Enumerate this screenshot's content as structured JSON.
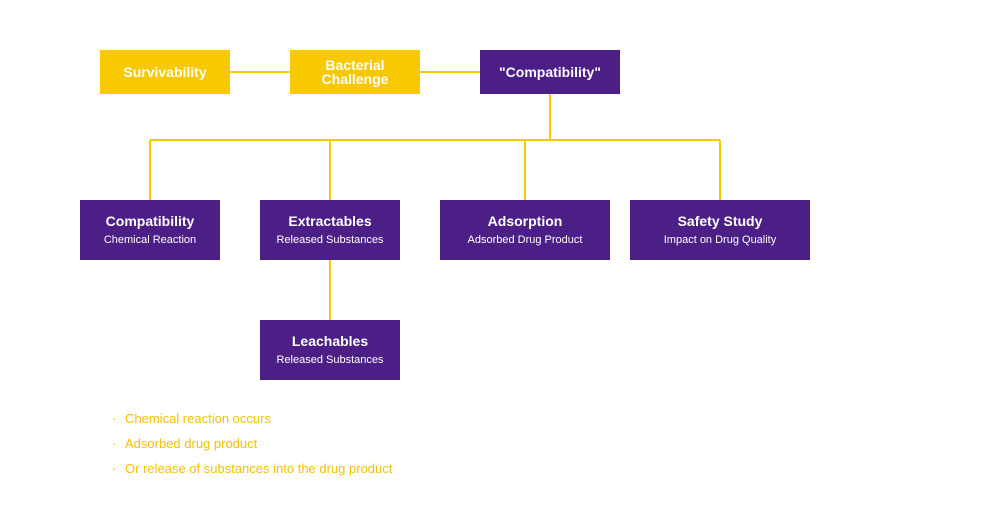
{
  "colors": {
    "accent_yellow": "#f8c800",
    "primary_purple": "#4b1f86",
    "bullet_text": "#f3c300"
  },
  "top_row": [
    {
      "title": "Survivability"
    },
    {
      "title": "Bacterial Challenge"
    },
    {
      "title": "\"Compatibility\""
    }
  ],
  "children": [
    {
      "title": "Compatibility",
      "subtitle": "Chemical Reaction"
    },
    {
      "title": "Extractables",
      "subtitle": "Released Substances"
    },
    {
      "title": "Adsorption",
      "subtitle": "Adsorbed Drug Product"
    },
    {
      "title": "Safety Study",
      "subtitle": "Impact on Drug Quality"
    }
  ],
  "grandchild": {
    "title": "Leachables",
    "subtitle": "Released Substances"
  },
  "bullets": [
    "Chemical reaction occurs",
    "Adsorbed drug product",
    "Or release of substances into the drug product"
  ]
}
